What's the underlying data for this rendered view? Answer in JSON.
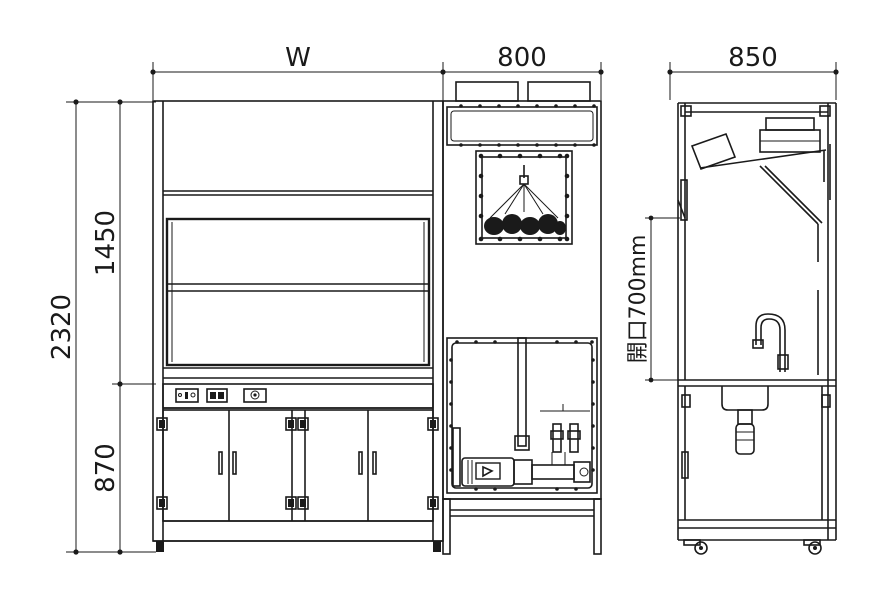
{
  "dimensions": {
    "width_label": "W",
    "scrubber_width": "800",
    "depth": "850",
    "total_height": "2320",
    "upper_height": "1450",
    "lower_height": "870",
    "opening": "開口700mm"
  },
  "icons": {
    "dimension_arrow": "dimension-dot-icon",
    "caster": "caster-icon",
    "pump": "pump-icon",
    "spray_nozzle": "spray-nozzle-icon",
    "faucet": "faucet-icon"
  }
}
